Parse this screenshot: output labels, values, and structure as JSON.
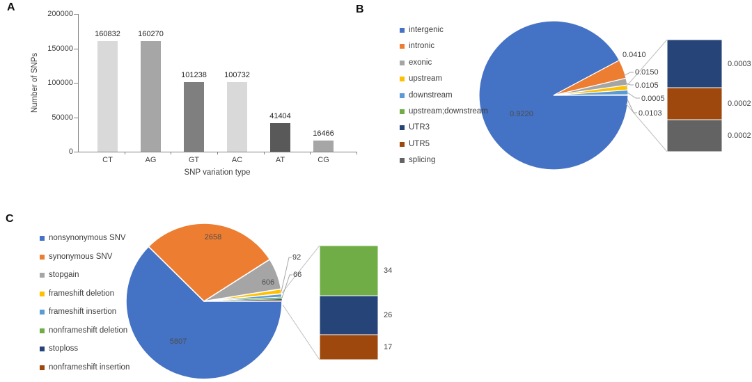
{
  "panels": {
    "a": {
      "letter": "A"
    },
    "b": {
      "letter": "B"
    },
    "c": {
      "letter": "C"
    }
  },
  "chart_data": [
    {
      "id": "A",
      "type": "bar",
      "title": "",
      "xlabel": "SNP variation type",
      "ylabel": "Number of SNPs",
      "categories": [
        "CT",
        "AG",
        "GT",
        "AC",
        "AT",
        "CG"
      ],
      "values": [
        160832,
        160270,
        101238,
        100732,
        41404,
        16466
      ],
      "value_labels": [
        "160832",
        "160270",
        "101238",
        "100732",
        "41404",
        "16466"
      ],
      "bar_colors": [
        "#d9d9d9",
        "#a6a6a6",
        "#7f7f7f",
        "#d9d9d9",
        "#595959",
        "#a6a6a6"
      ],
      "ylim": [
        0,
        200000
      ],
      "yticks": [
        0,
        50000,
        100000,
        150000,
        200000
      ],
      "grid": false,
      "legend_position": "none"
    },
    {
      "id": "B",
      "type": "pie",
      "variant": "bar-of-pie",
      "title": "",
      "legend_position": "left",
      "start_angle_deg": 90,
      "slices": [
        {
          "label": "intergenic",
          "value": 0.922,
          "display": "0.9220",
          "color": "#4472c4"
        },
        {
          "label": "intronic",
          "value": 0.041,
          "display": "0.0410",
          "color": "#ed7d31"
        },
        {
          "label": "exonic",
          "value": 0.015,
          "display": "0.0150",
          "color": "#a5a5a5"
        },
        {
          "label": "upstream",
          "value": 0.0105,
          "display": "0.0105",
          "color": "#ffc000"
        },
        {
          "label": "downstream",
          "value": 0.0103,
          "display": "0.0103",
          "color": "#5b9bd5"
        },
        {
          "label": "upstream;downstream",
          "value": 0.0005,
          "display": "0.0005",
          "color": "#70ad47"
        },
        {
          "label": "UTR3",
          "value": 0.0003,
          "display": "0.0003",
          "color": "#264478"
        },
        {
          "label": "UTR5",
          "value": 0.0002,
          "display": "0.0002",
          "color": "#9e480e"
        },
        {
          "label": "splicing",
          "value": 0.0002,
          "display": "0.0002",
          "color": "#636363"
        }
      ],
      "breakout_slices": [
        "UTR3",
        "UTR5",
        "splicing"
      ]
    },
    {
      "id": "C",
      "type": "pie",
      "variant": "bar-of-pie",
      "title": "",
      "legend_position": "left",
      "start_angle_deg": 90,
      "slices": [
        {
          "label": "nonsynonymous SNV",
          "value": 5807,
          "display": "5807",
          "color": "#4472c4"
        },
        {
          "label": "synonymous SNV",
          "value": 2658,
          "display": "2658",
          "color": "#ed7d31"
        },
        {
          "label": "stopgain",
          "value": 606,
          "display": "606",
          "color": "#a5a5a5"
        },
        {
          "label": "frameshift deletion",
          "value": 92,
          "display": "92",
          "color": "#ffc000"
        },
        {
          "label": "frameshift insertion",
          "value": 66,
          "display": "66",
          "color": "#5b9bd5"
        },
        {
          "label": "nonframeshift deletion",
          "value": 34,
          "display": "34",
          "color": "#70ad47"
        },
        {
          "label": "stoploss",
          "value": 26,
          "display": "26",
          "color": "#264478"
        },
        {
          "label": "nonframeshift insertion",
          "value": 17,
          "display": "17",
          "color": "#9e480e"
        }
      ],
      "breakout_slices": [
        "nonframeshift deletion",
        "stoploss",
        "nonframeshift insertion"
      ]
    }
  ]
}
